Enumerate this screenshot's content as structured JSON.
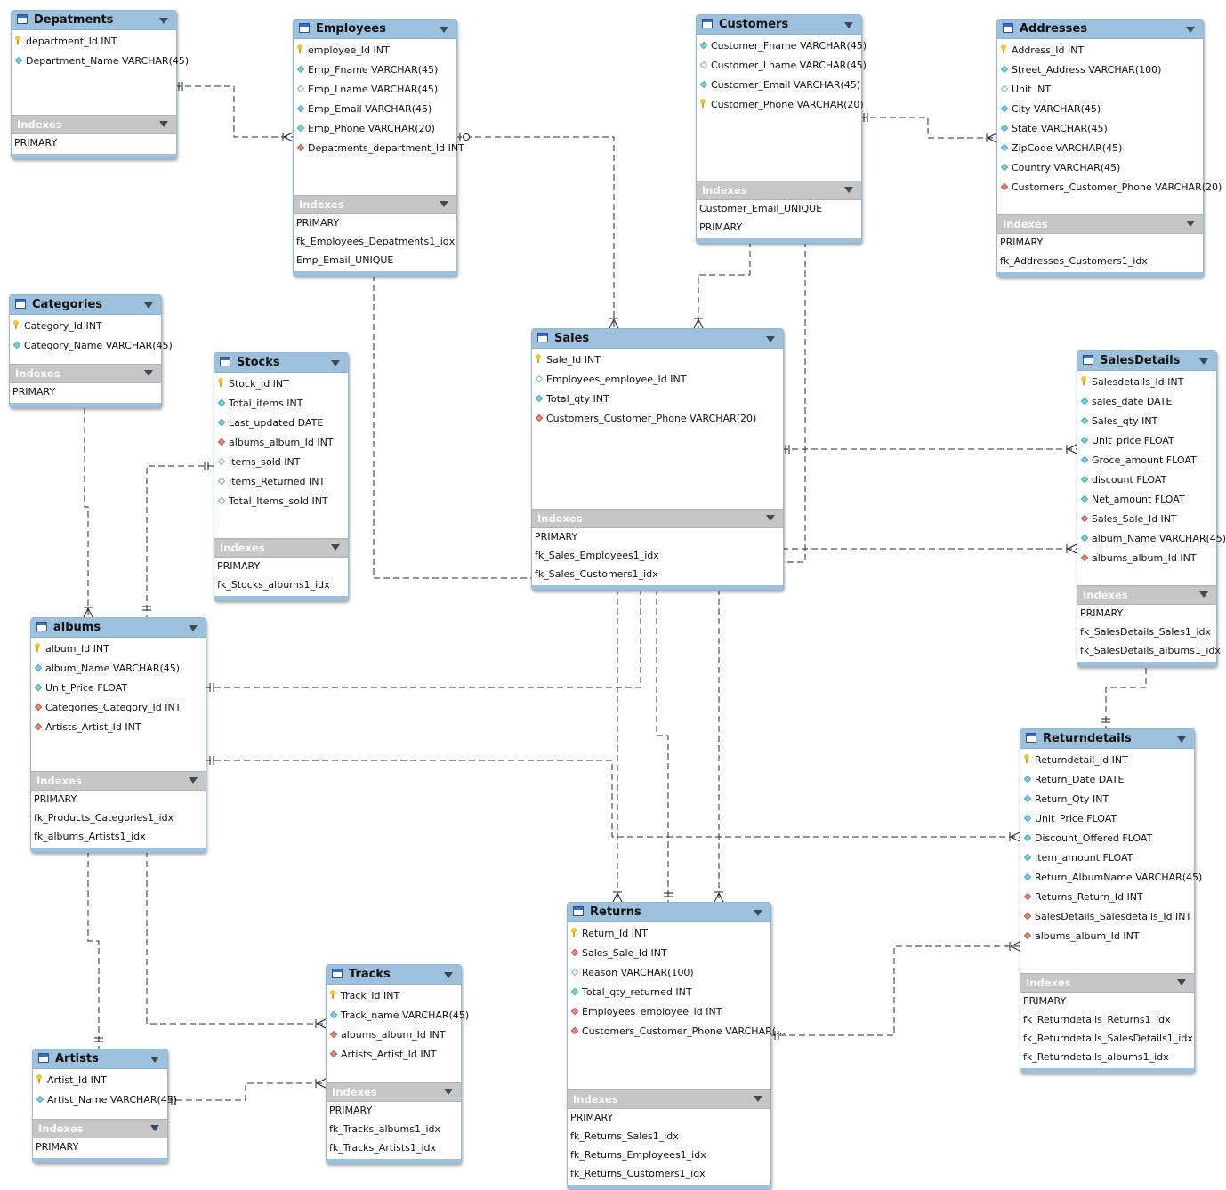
{
  "tables": [
    {
      "name": "Depatments",
      "fields": [
        {
          "t": "key",
          "text": "department_Id INT"
        },
        {
          "t": "cyan",
          "text": "Department_Name VARCHAR(45)"
        }
      ],
      "indexes_label": "Indexes",
      "indexes": [
        "PRIMARY"
      ]
    },
    {
      "name": "Employees",
      "fields": [
        {
          "t": "key",
          "text": "employee_Id INT"
        },
        {
          "t": "cyan",
          "text": "Emp_Fname VARCHAR(45)"
        },
        {
          "t": "hollow",
          "text": "Emp_Lname VARCHAR(45)"
        },
        {
          "t": "cyan",
          "text": "Emp_Email VARCHAR(45)"
        },
        {
          "t": "cyan",
          "text": "Emp_Phone VARCHAR(20)"
        },
        {
          "t": "red",
          "text": "Depatments_department_Id INT"
        }
      ],
      "indexes_label": "Indexes",
      "indexes": [
        "PRIMARY",
        "fk_Employees_Depatments1_idx",
        "Emp_Email_UNIQUE"
      ]
    },
    {
      "name": "Customers",
      "fields": [
        {
          "t": "cyan",
          "text": "Customer_Fname VARCHAR(45)"
        },
        {
          "t": "hollow",
          "text": "Customer_Lname VARCHAR(45)"
        },
        {
          "t": "cyan",
          "text": "Customer_Email VARCHAR(45)"
        },
        {
          "t": "key",
          "text": "Customer_Phone VARCHAR(20)"
        }
      ],
      "indexes_label": "Indexes",
      "indexes": [
        "Customer_Email_UNIQUE",
        "PRIMARY"
      ]
    },
    {
      "name": "Addresses",
      "fields": [
        {
          "t": "key",
          "text": "Address_Id INT"
        },
        {
          "t": "cyan",
          "text": "Street_Address VARCHAR(100)"
        },
        {
          "t": "hollow",
          "text": "Unit INT"
        },
        {
          "t": "cyan",
          "text": "City VARCHAR(45)"
        },
        {
          "t": "cyan",
          "text": "State VARCHAR(45)"
        },
        {
          "t": "cyan",
          "text": "ZipCode VARCHAR(45)"
        },
        {
          "t": "cyan",
          "text": "Country VARCHAR(45)"
        },
        {
          "t": "red",
          "text": "Customers_Customer_Phone VARCHAR(20)"
        }
      ],
      "indexes_label": "Indexes",
      "indexes": [
        "PRIMARY",
        "fk_Addresses_Customers1_idx"
      ]
    },
    {
      "name": "Categories",
      "fields": [
        {
          "t": "key",
          "text": "Category_Id INT"
        },
        {
          "t": "cyan",
          "text": "Category_Name VARCHAR(45)"
        }
      ],
      "indexes_label": "Indexes",
      "indexes": [
        "PRIMARY"
      ]
    },
    {
      "name": "Stocks",
      "fields": [
        {
          "t": "key",
          "text": "Stock_Id INT"
        },
        {
          "t": "cyan",
          "text": "Total_items INT"
        },
        {
          "t": "cyan",
          "text": "Last_updated DATE"
        },
        {
          "t": "red",
          "text": "albums_album_Id INT"
        },
        {
          "t": "hollow",
          "text": "Items_sold INT"
        },
        {
          "t": "hollow",
          "text": "Items_Returned INT"
        },
        {
          "t": "hollow",
          "text": "Total_Items_sold INT"
        }
      ],
      "indexes_label": "Indexes",
      "indexes": [
        "PRIMARY",
        "fk_Stocks_albums1_idx"
      ]
    },
    {
      "name": "Sales",
      "fields": [
        {
          "t": "key",
          "text": "Sale_Id INT"
        },
        {
          "t": "hollow",
          "text": "Employees_employee_Id INT"
        },
        {
          "t": "cyan",
          "text": "Total_qty INT"
        },
        {
          "t": "red",
          "text": "Customers_Customer_Phone VARCHAR(20)"
        }
      ],
      "indexes_label": "Indexes",
      "indexes": [
        "PRIMARY",
        "fk_Sales_Employees1_idx",
        "fk_Sales_Customers1_idx"
      ]
    },
    {
      "name": "SalesDetails",
      "fields": [
        {
          "t": "key",
          "text": "Salesdetails_Id INT"
        },
        {
          "t": "cyan",
          "text": "sales_date DATE"
        },
        {
          "t": "cyan",
          "text": "Sales_qty INT"
        },
        {
          "t": "cyan",
          "text": "Unit_price FLOAT"
        },
        {
          "t": "cyan",
          "text": "Groce_amount FLOAT"
        },
        {
          "t": "cyan",
          "text": "discount FLOAT"
        },
        {
          "t": "cyan",
          "text": "Net_amount FLOAT"
        },
        {
          "t": "red",
          "text": "Sales_Sale_Id INT"
        },
        {
          "t": "cyan",
          "text": "album_Name VARCHAR(45)"
        },
        {
          "t": "red",
          "text": "albums_album_Id INT"
        }
      ],
      "indexes_label": "Indexes",
      "indexes": [
        "PRIMARY",
        "fk_SalesDetails_Sales1_idx",
        "fk_SalesDetails_albums1_idx"
      ]
    },
    {
      "name": "albums",
      "fields": [
        {
          "t": "key",
          "text": "album_Id INT"
        },
        {
          "t": "cyan",
          "text": "album_Name VARCHAR(45)"
        },
        {
          "t": "cyan",
          "text": "Unit_Price FLOAT"
        },
        {
          "t": "red",
          "text": "Categories_Category_Id INT"
        },
        {
          "t": "red",
          "text": "Artists_Artist_Id INT"
        }
      ],
      "indexes_label": "Indexes",
      "indexes": [
        "PRIMARY",
        "fk_Products_Categories1_idx",
        "fk_albums_Artists1_idx"
      ]
    },
    {
      "name": "Returndetails",
      "fields": [
        {
          "t": "key",
          "text": "Returndetail_Id INT"
        },
        {
          "t": "cyan",
          "text": "Return_Date DATE"
        },
        {
          "t": "cyan",
          "text": "Return_Qty INT"
        },
        {
          "t": "cyan",
          "text": "Unit_Price FLOAT"
        },
        {
          "t": "cyan",
          "text": "Discount_Offered FLOAT"
        },
        {
          "t": "cyan",
          "text": "Item_amount FLOAT"
        },
        {
          "t": "cyan",
          "text": "Return_AlbumName VARCHAR(45)"
        },
        {
          "t": "red",
          "text": "Returns_Return_Id INT"
        },
        {
          "t": "red",
          "text": "SalesDetails_Salesdetails_Id INT"
        },
        {
          "t": "red",
          "text": "albums_album_Id INT"
        }
      ],
      "indexes_label": "Indexes",
      "indexes": [
        "PRIMARY",
        "fk_Returndetails_Returns1_idx",
        "fk_Returndetails_SalesDetails1_idx",
        "fk_Returndetails_albums1_idx"
      ]
    },
    {
      "name": "Returns",
      "fields": [
        {
          "t": "key",
          "text": "Return_Id INT"
        },
        {
          "t": "red",
          "text": "Sales_Sale_Id INT"
        },
        {
          "t": "hollow",
          "text": "Reason VARCHAR(100)"
        },
        {
          "t": "cyan",
          "text": "Total_qty_returned INT"
        },
        {
          "t": "red",
          "text": "Employees_employee_Id INT"
        },
        {
          "t": "red",
          "text": "Customers_Customer_Phone VARCHAR(…"
        }
      ],
      "indexes_label": "Indexes",
      "indexes": [
        "PRIMARY",
        "fk_Returns_Sales1_idx",
        "fk_Returns_Employees1_idx",
        "fk_Returns_Customers1_idx"
      ]
    },
    {
      "name": "Tracks",
      "fields": [
        {
          "t": "key",
          "text": "Track_Id INT"
        },
        {
          "t": "cyan",
          "text": "Track_name VARCHAR(45)"
        },
        {
          "t": "red",
          "text": "albums_album_Id INT"
        },
        {
          "t": "red",
          "text": "Artists_Artist_Id INT"
        }
      ],
      "indexes_label": "Indexes",
      "indexes": [
        "PRIMARY",
        "fk_Tracks_albums1_idx",
        "fk_Tracks_Artists1_idx"
      ]
    },
    {
      "name": "Artists",
      "fields": [
        {
          "t": "key",
          "text": "Artist_Id INT"
        },
        {
          "t": "cyan",
          "text": "Artist_Name VARCHAR(45)"
        }
      ],
      "indexes_label": "Indexes",
      "indexes": [
        "PRIMARY"
      ]
    }
  ]
}
